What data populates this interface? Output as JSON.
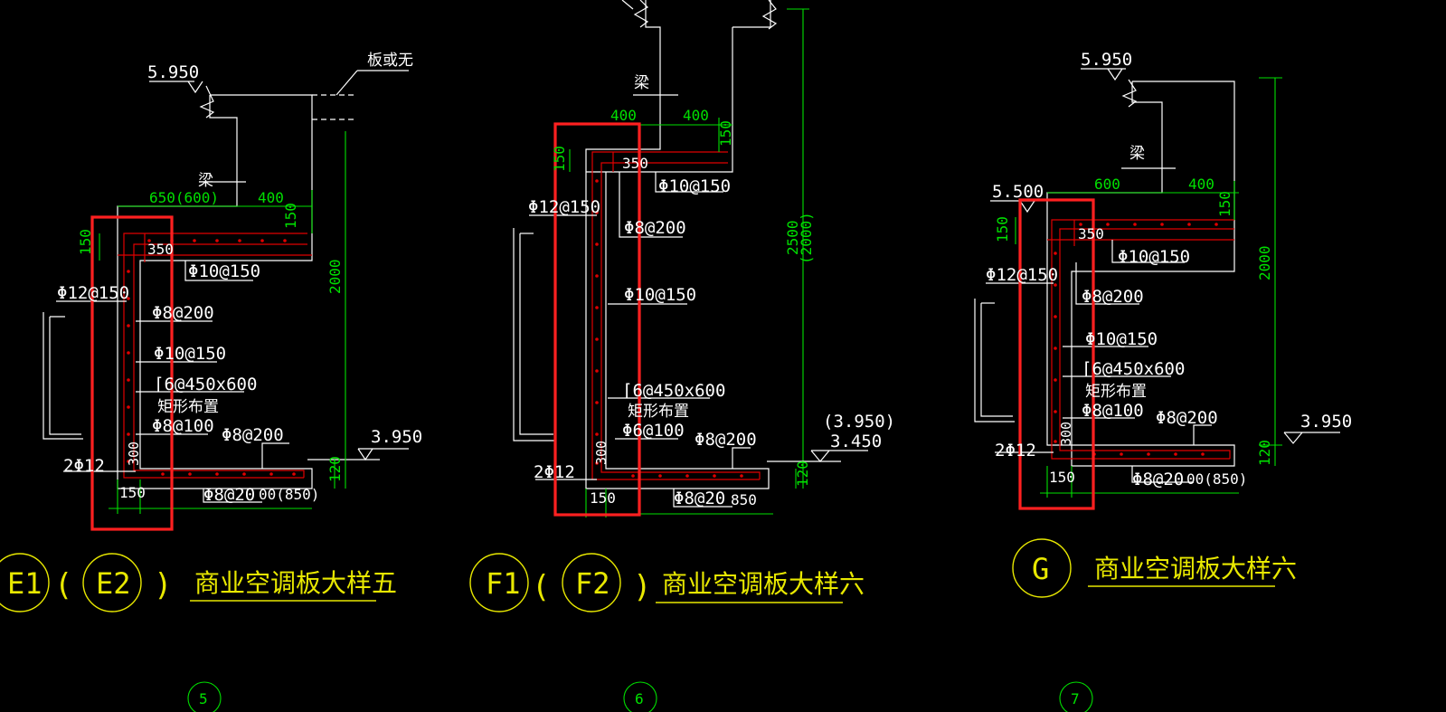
{
  "colors": {
    "background": "#000000",
    "structure_lines": "#ffffff",
    "dimension_lines": "#00e000",
    "rebar": "#e00000",
    "highlight_box": "#ff2020",
    "title_text": "#e8e800"
  },
  "detail5": {
    "elev_top": "5.950",
    "elev_bottom": "3.950",
    "note_slab": "板或无",
    "beam_label": "梁",
    "dim_top_left": "650(600)",
    "dim_top_right": "400",
    "dim_slab_thick": "150",
    "dim_left_thick": "150",
    "dim_350": "350",
    "dim_height": "2000",
    "dim_120": "120",
    "dim_300": "300",
    "dim_bottom_150": "150",
    "dim_bottom_right": "00(850)",
    "rebar_top_slab": "Φ10@150",
    "rebar_outer_vert": "Φ12@150",
    "rebar_inner_vert": "Φ8@200",
    "rebar_mid": "Φ10@150",
    "rebar_tie": "⌈6@450x600",
    "rebar_tie_note": "矩形布置",
    "rebar_corner": "Φ8@100",
    "rebar_bottom_upper": "Φ8@200",
    "rebar_bottom_lower": "Φ8@20",
    "rebar_corner_bars": "2Φ12",
    "title_circle_1": "E1",
    "title_paren_open": "(",
    "title_circle_2": "E2",
    "title_paren_close": ")",
    "title": "商业空调板大样五",
    "index": "5"
  },
  "detail6": {
    "elev_paren": "(3.950)",
    "elev_bottom": "3.450",
    "beam_label": "梁",
    "dim_top_left": "400",
    "dim_top_right": "400",
    "dim_slab_thick": "150",
    "dim_left_thick": "150",
    "dim_350": "350",
    "dim_height": "2500",
    "dim_height_alt": "(2000)",
    "dim_120": "120",
    "dim_300": "300",
    "dim_bottom_150": "150",
    "dim_bottom_right": "850",
    "rebar_top_slab": "Φ10@150",
    "rebar_outer_vert": "Φ12@150",
    "rebar_inner_vert": "Φ8@200",
    "rebar_mid": "Φ10@150",
    "rebar_tie": "⌈6@450x600",
    "rebar_tie_note": "矩形布置",
    "rebar_corner": "Φ6@100",
    "rebar_bottom_upper": "Φ8@200",
    "rebar_bottom_lower": "Φ8@20",
    "rebar_corner_bars": "2Φ12",
    "title_circle_1": "F1",
    "title_paren_open": "(",
    "title_circle_2": "F2",
    "title_paren_close": ")",
    "title": "商业空调板大样六",
    "index": "6"
  },
  "detail7": {
    "elev_top": "5.950",
    "elev_mid": "5.500",
    "elev_bottom": "3.950",
    "beam_label": "梁",
    "dim_top_left": "600",
    "dim_top_right": "400",
    "dim_slab_thick": "150",
    "dim_left_thick": "150",
    "dim_350": "350",
    "dim_height": "2000",
    "dim_120": "120",
    "dim_300": "300",
    "dim_bottom_150": "150",
    "dim_bottom_right": "00(850)",
    "rebar_top_slab": "Φ10@150",
    "rebar_outer_vert": "Φ12@150",
    "rebar_inner_vert": "Φ8@200",
    "rebar_mid": "Φ10@150",
    "rebar_tie": "⌈6@450x600",
    "rebar_tie_note": "矩形布置",
    "rebar_corner": "Φ8@100",
    "rebar_bottom_upper": "Φ8@200",
    "rebar_bottom_lower": "Φ8@20",
    "rebar_corner_bars": "2Φ12",
    "title_circle_1": "G",
    "title": "商业空调板大样六",
    "index": "7"
  }
}
